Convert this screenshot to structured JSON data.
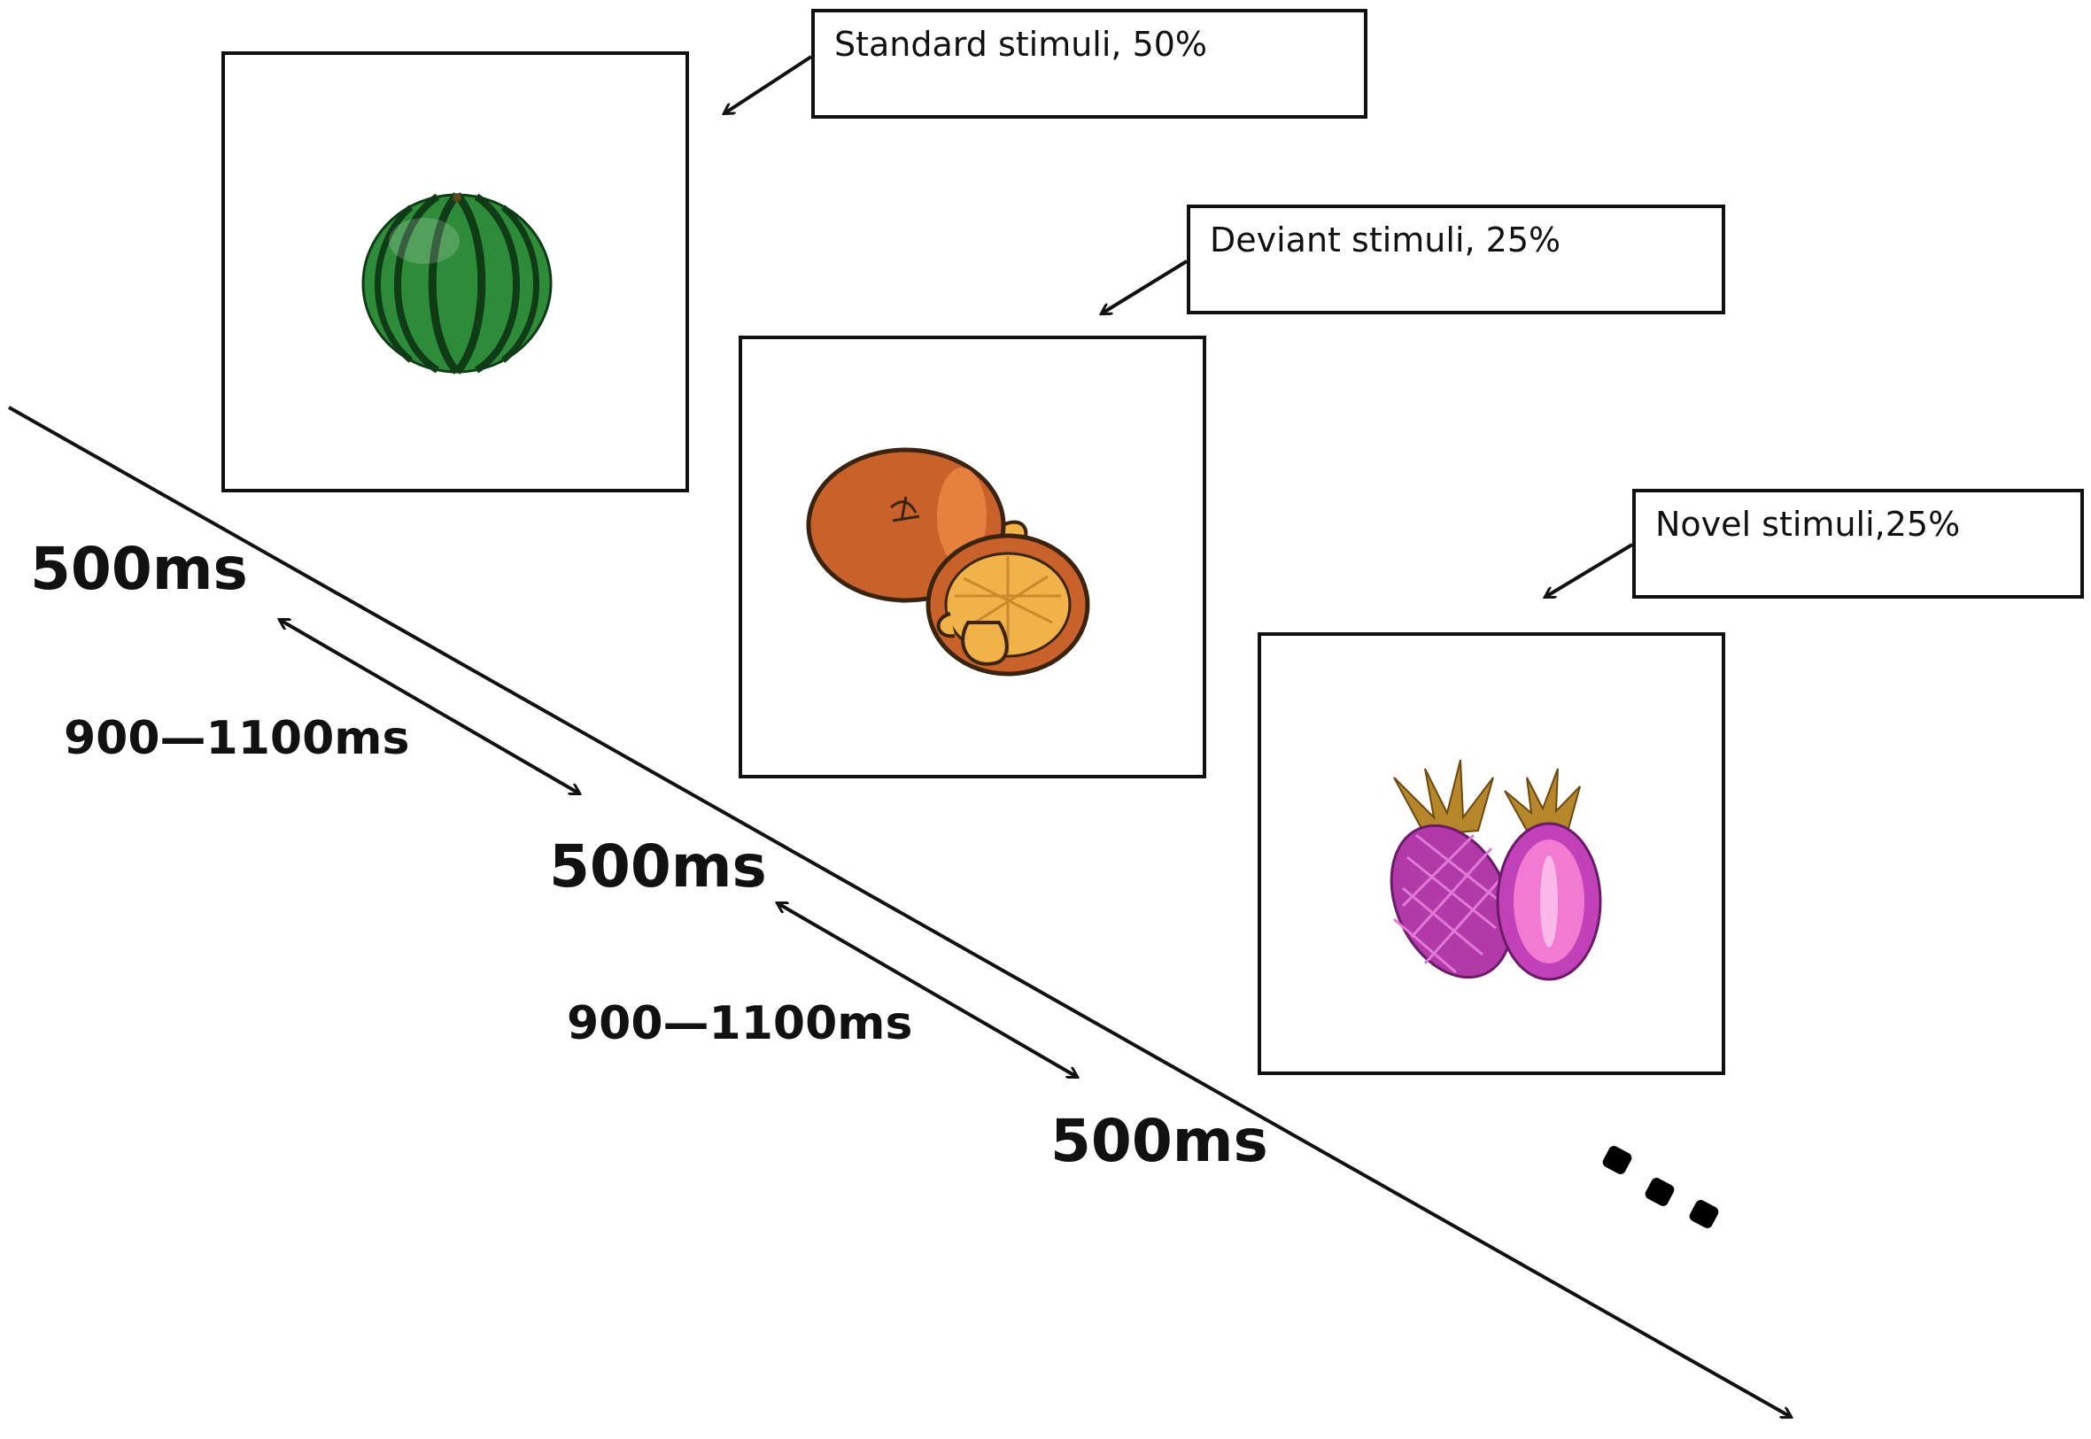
{
  "stimuli": [
    {
      "label": "Standard stimuli, 50%",
      "icon": "watermelon-icon"
    },
    {
      "label": "Deviant stimuli, 25%",
      "icon": "mushrooms-icon"
    },
    {
      "label": "Novel stimuli,25%",
      "icon": "pink-pineapples-icon"
    }
  ],
  "timings": {
    "stimulus_1": "500ms",
    "stimulus_2": "500ms",
    "stimulus_3": "500ms",
    "isi_1": "900—1100ms",
    "isi_2": "900—1100ms"
  },
  "colors": {
    "line": "#111111",
    "watermelon": "#2e8b3a",
    "mushroom": "#d9722e",
    "pineapple": "#d94fc8"
  }
}
